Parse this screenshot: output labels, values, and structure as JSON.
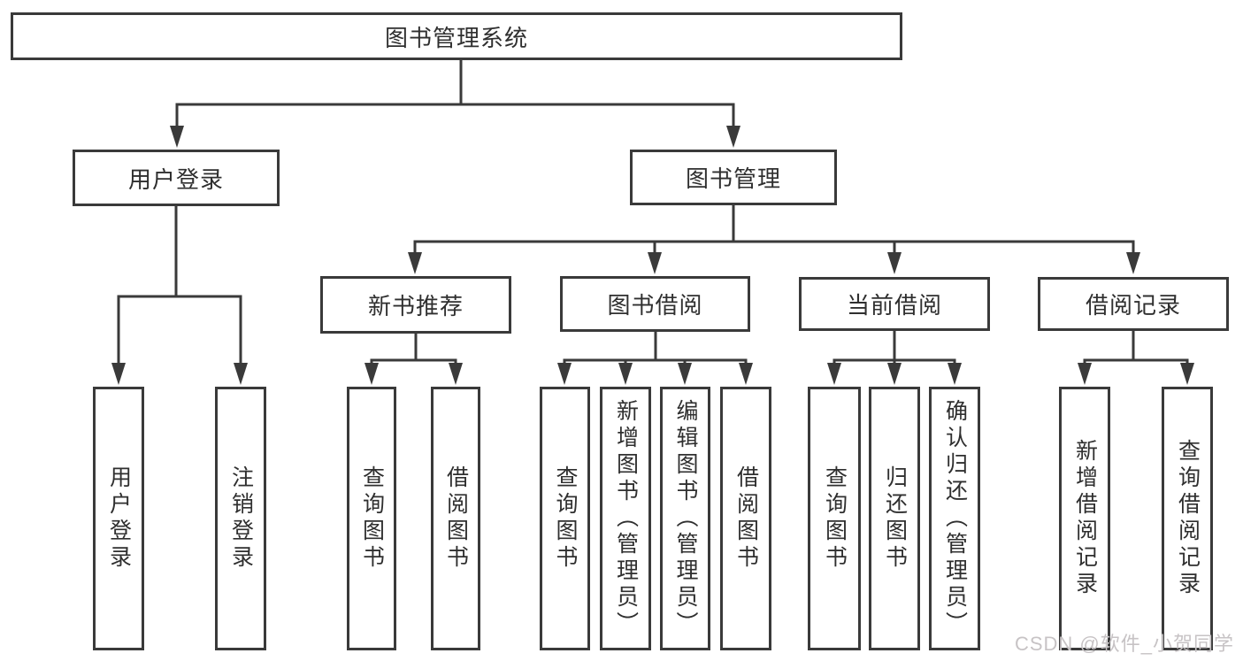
{
  "diagram_type": "hierarchy-tree",
  "tree": {
    "label": "图书管理系统",
    "children": [
      {
        "label": "用户登录",
        "children": [
          {
            "label": "用户登录"
          },
          {
            "label": "注销登录"
          }
        ]
      },
      {
        "label": "图书管理",
        "children": [
          {
            "label": "新书推荐",
            "children": [
              {
                "label": "查询图书"
              },
              {
                "label": "借阅图书"
              }
            ]
          },
          {
            "label": "图书借阅",
            "children": [
              {
                "label": "查询图书"
              },
              {
                "label": "新增图书（管理员）"
              },
              {
                "label": "编辑图书（管理员）"
              },
              {
                "label": "借阅图书"
              }
            ]
          },
          {
            "label": "当前借阅",
            "children": [
              {
                "label": "查询图书"
              },
              {
                "label": "归还图书"
              },
              {
                "label": "确认归还（管理员）"
              }
            ]
          },
          {
            "label": "借阅记录",
            "children": [
              {
                "label": "新增借阅记录"
              },
              {
                "label": "查询借阅记录"
              }
            ]
          }
        ]
      }
    ]
  },
  "watermark": {
    "text": "CSDN @软件_小贺同学"
  },
  "colors": {
    "line": "#3a3a3a",
    "text": "#2f2f2f",
    "watermark": "#c7c3c5",
    "background": "#ffffff"
  }
}
